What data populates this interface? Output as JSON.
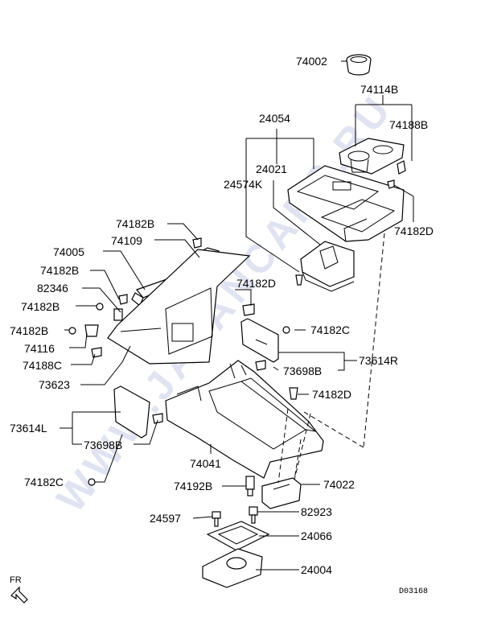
{
  "watermark": "WWW.JAPANCARS.RU",
  "labels": {
    "p74002": "74002",
    "p74114B": "74114B",
    "p24054": "24054",
    "p74188B": "74188B",
    "p24021": "24021",
    "p24574K": "24574K",
    "p74182D_a": "74182D",
    "p74182B_a": "74182B",
    "p74109": "74109",
    "p74005": "74005",
    "p74182B_b": "74182B",
    "p82346": "82346",
    "p74182B_c": "74182B",
    "p74182D_b": "74182D",
    "p74182B_d": "74182B",
    "p74182C_a": "74182C",
    "p74116": "74116",
    "p73614R": "73614R",
    "p74188C": "74188C",
    "p73698B_a": "73698B",
    "p73623": "73623",
    "p74182D_c": "74182D",
    "p73614L": "73614L",
    "p73698B_b": "73698B",
    "p74041": "74041",
    "p74182C_b": "74182C",
    "p74192B": "74192B",
    "p74022": "74022",
    "p82923": "82923",
    "p24597": "24597",
    "p24066": "24066",
    "p24004": "24004"
  },
  "fr_label": "FR",
  "diagram_code": "D03168"
}
